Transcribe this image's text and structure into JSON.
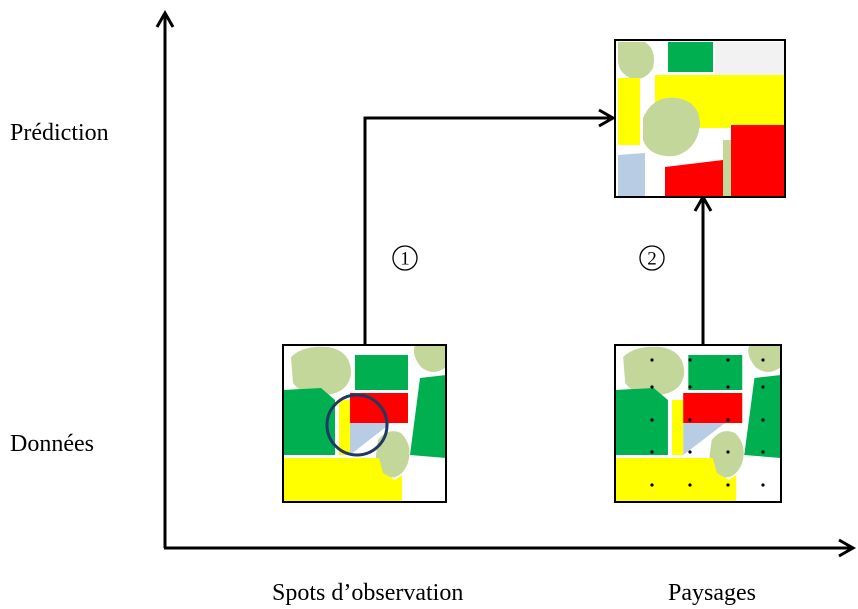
{
  "axes": {
    "y_labels": {
      "top": "Prédiction",
      "bottom": "Données"
    },
    "x_labels": {
      "left": "Spots d’observation",
      "right": "Paysages"
    }
  },
  "steps": [
    {
      "number": "1"
    },
    {
      "number": "2"
    }
  ],
  "colors": {
    "green": "#00b050",
    "light_green": "#c4d79b",
    "red": "#ff0000",
    "yellow": "#ffff00",
    "light_blue": "#b8cce4",
    "light_gray": "#f2f2f2",
    "circle": "#1f3864",
    "dot": "#000000"
  }
}
